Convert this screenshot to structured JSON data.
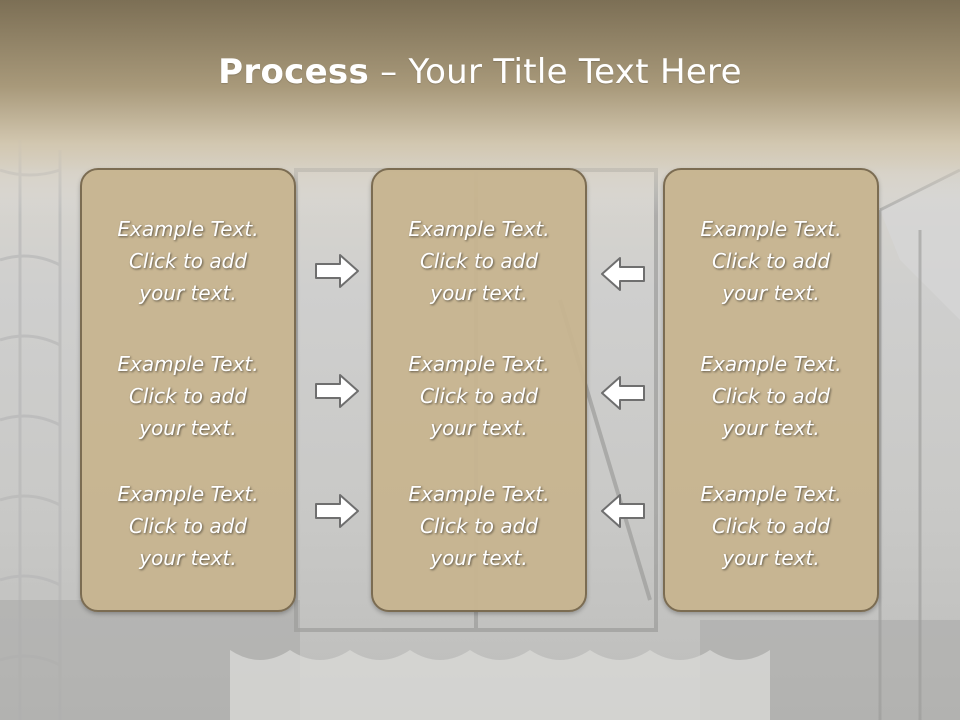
{
  "title": {
    "bold": "Process",
    "rest": " – Your Title Text Here"
  },
  "columns": [
    {
      "items": [
        {
          "line1": "Example Text.",
          "line2": "Click  to add",
          "line3": "your text."
        },
        {
          "line1": "Example Text.",
          "line2": "Click  to add",
          "line3": "your text."
        },
        {
          "line1": "Example Text.",
          "line2": "Click  to add",
          "line3": "your text."
        }
      ]
    },
    {
      "items": [
        {
          "line1": "Example Text.",
          "line2": "Click  to add",
          "line3": "your text."
        },
        {
          "line1": "Example Text.",
          "line2": "Click  to add",
          "line3": "your text."
        },
        {
          "line1": "Example Text.",
          "line2": "Click  to add",
          "line3": "your text."
        }
      ]
    },
    {
      "items": [
        {
          "line1": "Example Text.",
          "line2": "Click  to add",
          "line3": "your text."
        },
        {
          "line1": "Example Text.",
          "line2": "Click  to add",
          "line3": "your text."
        },
        {
          "line1": "Example Text.",
          "line2": "Click  to add",
          "line3": "your text."
        }
      ]
    }
  ],
  "arrows": {
    "left_group": [
      "arrow-right-icon",
      "arrow-right-icon",
      "arrow-right-icon"
    ],
    "right_group": [
      "arrow-left-icon",
      "arrow-left-icon",
      "arrow-left-icon"
    ]
  },
  "colors": {
    "box_fill": "#c7b48f",
    "box_border": "#7b6c52",
    "title_band": "#8c7c60",
    "text": "#ffffff"
  }
}
